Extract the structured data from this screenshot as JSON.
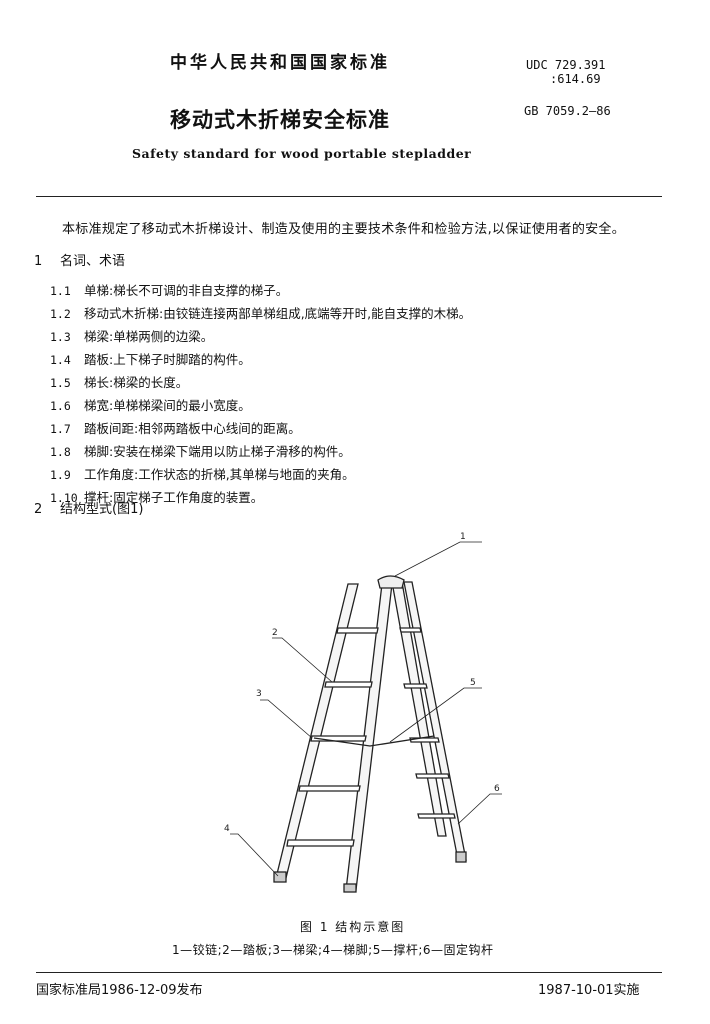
{
  "header": {
    "standard_title": "中华人民共和国国家标准",
    "udc_line1": "UDC 729.391",
    "udc_line2": ":614.69",
    "gb_code": "GB 7059.2—86",
    "main_title": "移动式木折梯安全标准",
    "english_title": "Safety standard for wood portable stepladder"
  },
  "intro": "本标准规定了移动式木折梯设计、制造及使用的主要技术条件和检验方法,以保证使用者的安全。",
  "section1": {
    "number": "1",
    "title": "名词、术语",
    "items": [
      {
        "num": "1.1",
        "text": "单梯:梯长不可调的非自支撑的梯子。"
      },
      {
        "num": "1.2",
        "text": "移动式木折梯:由铰链连接两部单梯组成,底端等开时,能自支撑的木梯。"
      },
      {
        "num": "1.3",
        "text": "梯梁:单梯两侧的边梁。"
      },
      {
        "num": "1.4",
        "text": "踏板:上下梯子时脚踏的构件。"
      },
      {
        "num": "1.5",
        "text": "梯长:梯梁的长度。"
      },
      {
        "num": "1.6",
        "text": "梯宽:单梯梯梁间的最小宽度。"
      },
      {
        "num": "1.7",
        "text": "踏板间距:相邻两踏板中心线间的距离。"
      },
      {
        "num": "1.8",
        "text": "梯脚:安装在梯梁下端用以防止梯子滑移的构件。"
      },
      {
        "num": "1.9",
        "text": "工作角度:工作状态的折梯,其单梯与地面的夹角。"
      },
      {
        "num": "1.10",
        "text": "撑杆:固定梯子工作角度的装置。"
      }
    ]
  },
  "section2": {
    "number": "2",
    "title": "结构型式(图1)"
  },
  "figure": {
    "labels": [
      "1",
      "2",
      "3",
      "4",
      "5",
      "6"
    ],
    "caption": "图 1  结构示意图",
    "legend": "1—铰链;2—踏板;3—梯梁;4—梯脚;5—撑杆;6—固定钩杆"
  },
  "footer": {
    "issued": "国家标准局1986-12-09发布",
    "effective": "1987-10-01实施"
  }
}
